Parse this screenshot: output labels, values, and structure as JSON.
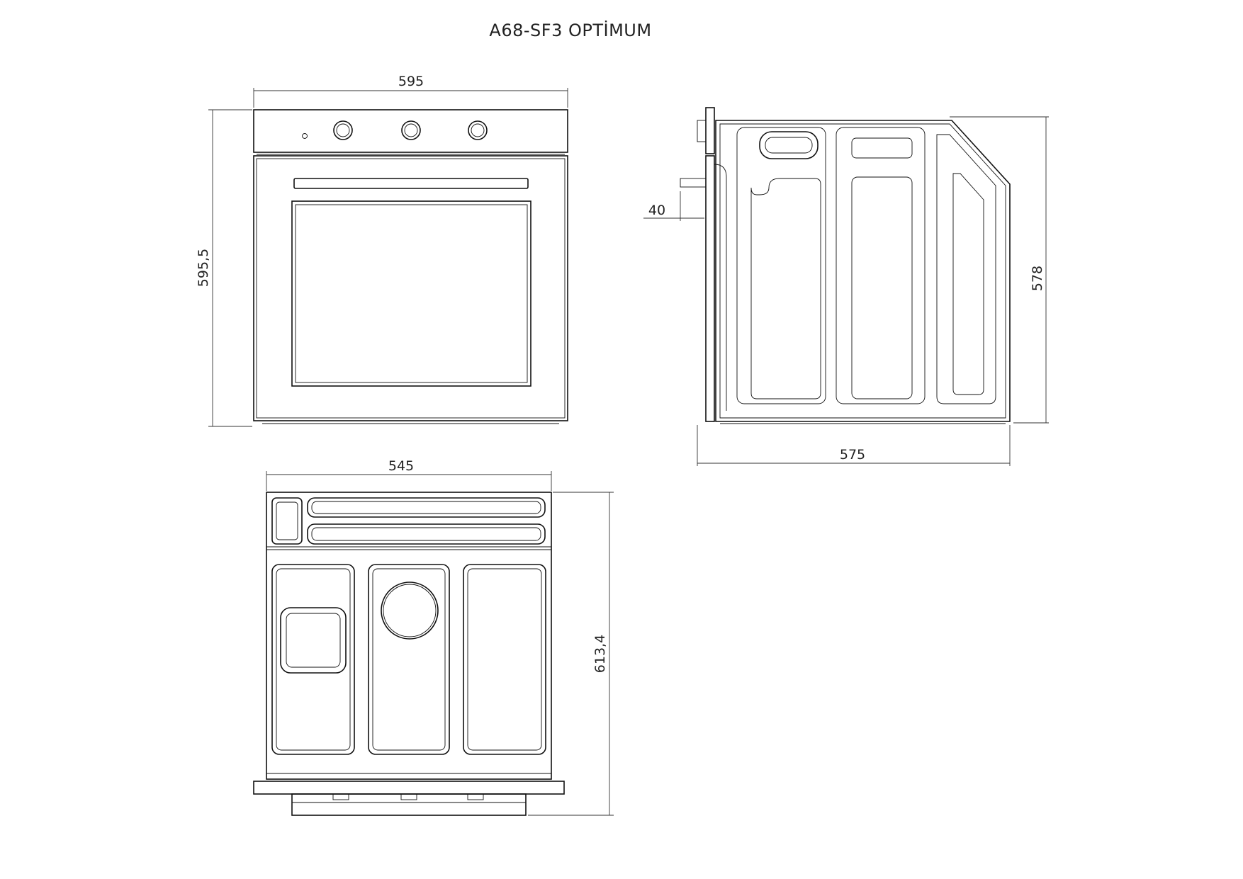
{
  "title": "A68-SF3 OPTİMUM",
  "dimensions": {
    "front_width": "595",
    "front_height": "595,5",
    "side_depth": "575",
    "side_height": "578",
    "side_offset": "40",
    "top_width": "545",
    "top_depth": "613,4"
  }
}
